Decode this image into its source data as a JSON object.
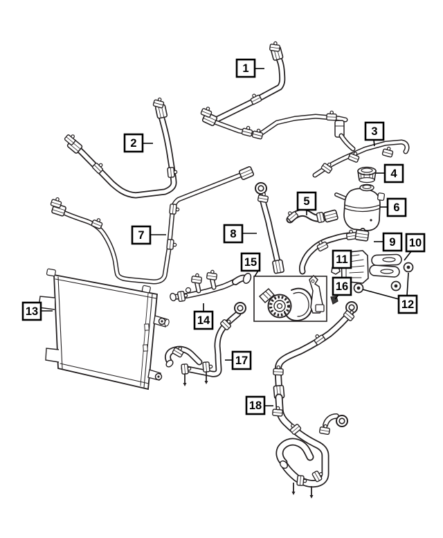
{
  "diagram": {
    "type": "parts-diagram",
    "background_color": "#ffffff",
    "line_color": "#231f20",
    "callouts": [
      {
        "label": "1"
      },
      {
        "label": "2"
      },
      {
        "label": "3"
      },
      {
        "label": "4"
      },
      {
        "label": "5"
      },
      {
        "label": "6"
      },
      {
        "label": "7"
      },
      {
        "label": "8"
      },
      {
        "label": "9"
      },
      {
        "label": "10"
      },
      {
        "label": "11"
      },
      {
        "label": "12"
      },
      {
        "label": "13"
      },
      {
        "label": "14"
      },
      {
        "label": "15"
      },
      {
        "label": "16"
      },
      {
        "label": "17"
      },
      {
        "label": "18"
      }
    ]
  }
}
